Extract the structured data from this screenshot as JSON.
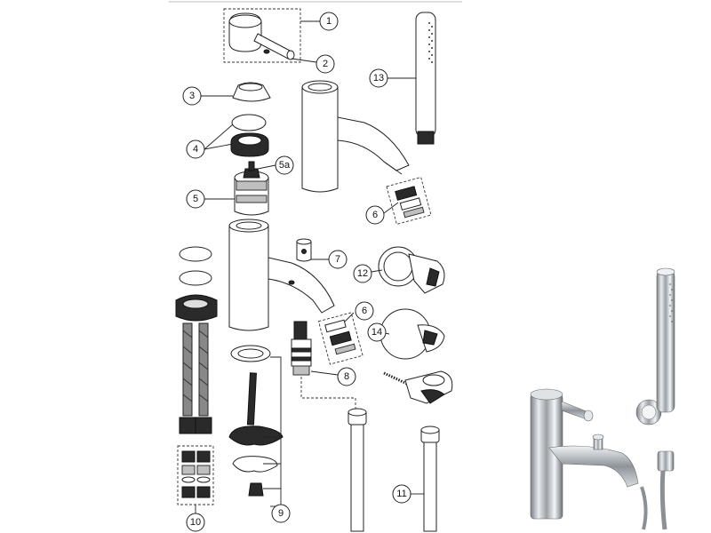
{
  "diagram": {
    "callouts": [
      {
        "id": "c1",
        "label": "1"
      },
      {
        "id": "c2",
        "label": "2"
      },
      {
        "id": "c3",
        "label": "3"
      },
      {
        "id": "c4",
        "label": "4"
      },
      {
        "id": "c5a",
        "label": "5a"
      },
      {
        "id": "c5",
        "label": "5"
      },
      {
        "id": "c6a",
        "label": "6"
      },
      {
        "id": "c6b",
        "label": "6"
      },
      {
        "id": "c7",
        "label": "7"
      },
      {
        "id": "c8",
        "label": "8"
      },
      {
        "id": "c9",
        "label": "9"
      },
      {
        "id": "c10",
        "label": "10"
      },
      {
        "id": "c11",
        "label": "11"
      },
      {
        "id": "c12",
        "label": "12"
      },
      {
        "id": "c13",
        "label": "13"
      },
      {
        "id": "c14",
        "label": "14"
      }
    ]
  }
}
